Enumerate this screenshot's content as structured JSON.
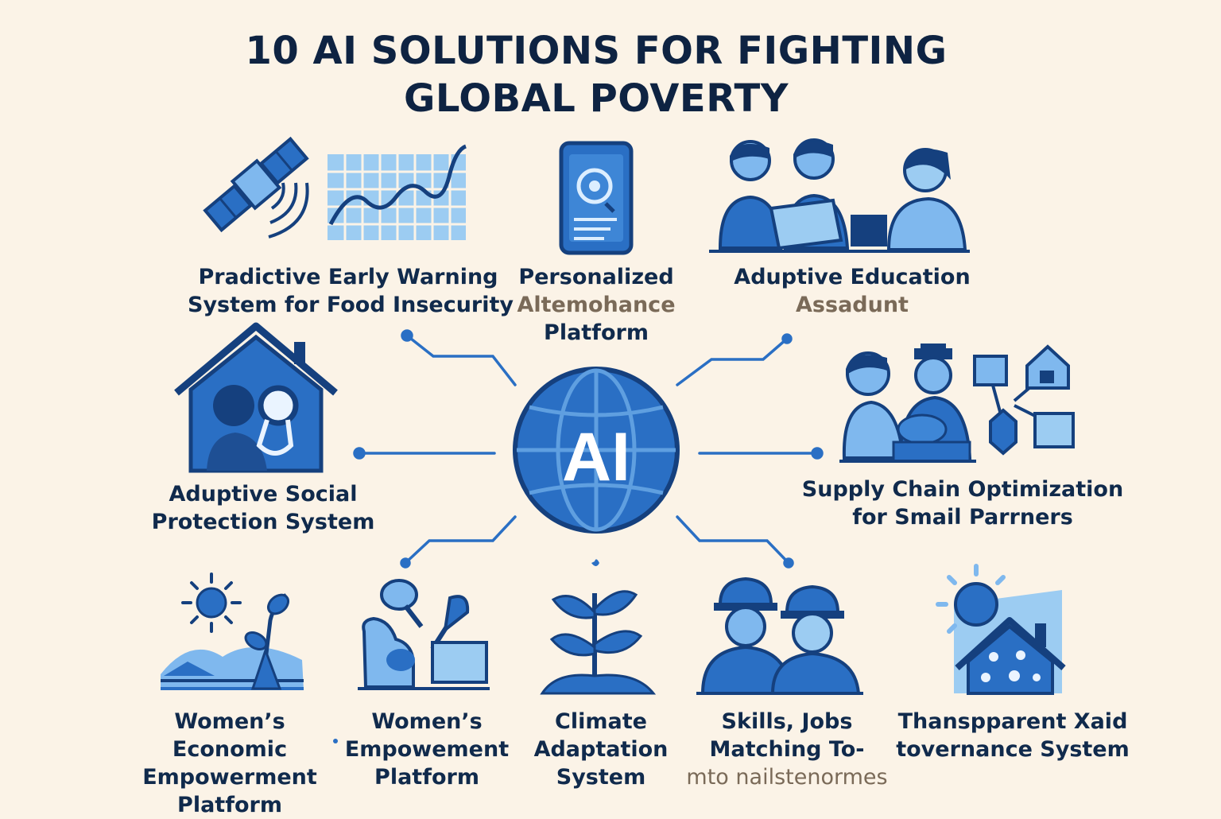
{
  "title": {
    "line1": "10 AI SOLUTIONS FOR FIGHTING",
    "line2": "GLOBAL POVERTY"
  },
  "hub": {
    "label": "AI"
  },
  "solutions": [
    {
      "id": "food-warning",
      "lines": [
        "Pradictive Early Warning",
        "System for Food Insecurity"
      ],
      "icon": "satellite-chart-icon"
    },
    {
      "id": "personalized",
      "lines": [
        "Personalized",
        "Altemohance",
        "Platform"
      ],
      "icon": "smartphone-icon"
    },
    {
      "id": "education",
      "lines": [
        "Aduptive Education",
        "Assadunt"
      ],
      "icon": "people-laptop-icon"
    },
    {
      "id": "social-protection",
      "lines": [
        "Aduptive Social",
        "Protection System"
      ],
      "icon": "house-search-icon"
    },
    {
      "id": "supply-chain",
      "lines": [
        "Supply Chain Optimization",
        "for Smail Parrners"
      ],
      "icon": "farmers-network-icon"
    },
    {
      "id": "womens-economic",
      "lines": [
        "Women’s",
        "Economic",
        "Empowerment",
        "Platform"
      ],
      "icon": "sun-plant-icon"
    },
    {
      "id": "womens-empowement",
      "lines": [
        "Women’s",
        "Empowement",
        "Platform"
      ],
      "icon": "tools-laptop-icon"
    },
    {
      "id": "climate",
      "lines": [
        "Climate",
        "Adaptation",
        "System"
      ],
      "icon": "sprout-icon"
    },
    {
      "id": "skills-jobs",
      "lines": [
        "Skills, Jobs",
        "Matching To-",
        "mto nailstenormes"
      ],
      "icon": "workers-icon"
    },
    {
      "id": "transparent-aid",
      "lines": [
        "Thanspparent Xaid",
        "tovernance System"
      ],
      "icon": "sun-house-icon"
    }
  ],
  "colors": {
    "background": "#fbf3e7",
    "primary": "#2a6fc4",
    "dark": "#15407e",
    "light": "#7fb8ee",
    "text": "#102a4c"
  }
}
